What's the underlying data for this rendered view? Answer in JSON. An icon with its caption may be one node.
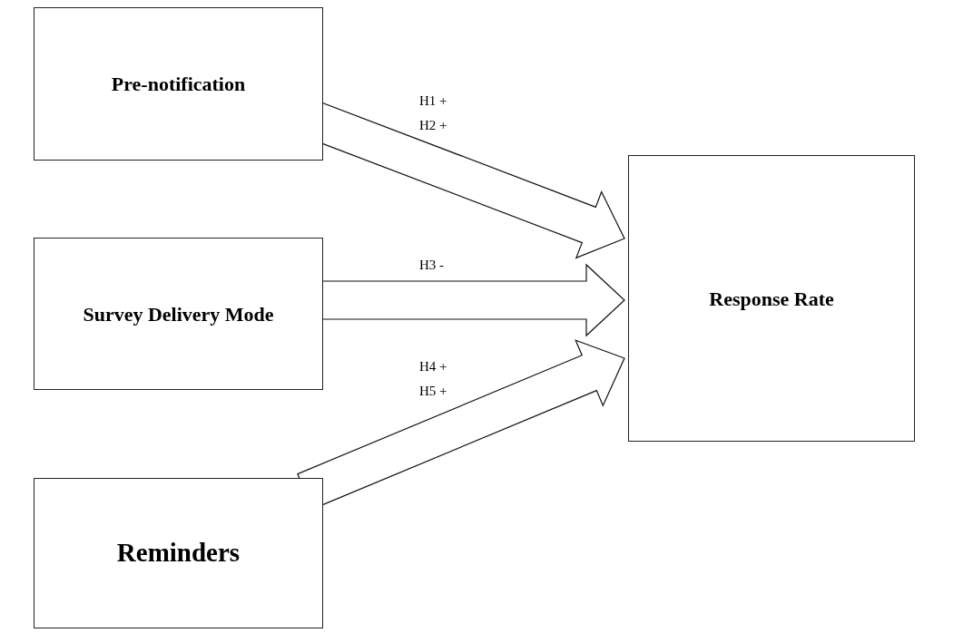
{
  "diagram": {
    "nodes": [
      {
        "text": [
          "Pre-notification"
        ]
      },
      {
        "text": [
          "Survey Delivery Mode"
        ]
      },
      {
        "text": [
          "Reminders"
        ]
      },
      {
        "text": [
          "Response Rate"
        ]
      }
    ],
    "edges": [
      {
        "from": 0,
        "to": 3,
        "arrow": "to",
        "label": "H1 + H2 +"
      },
      {
        "from": 1,
        "to": 3,
        "arrow": "to",
        "label": "H3 -"
      },
      {
        "from": 2,
        "to": 3,
        "arrow": "to",
        "label": "H4 + H5 +"
      }
    ]
  }
}
